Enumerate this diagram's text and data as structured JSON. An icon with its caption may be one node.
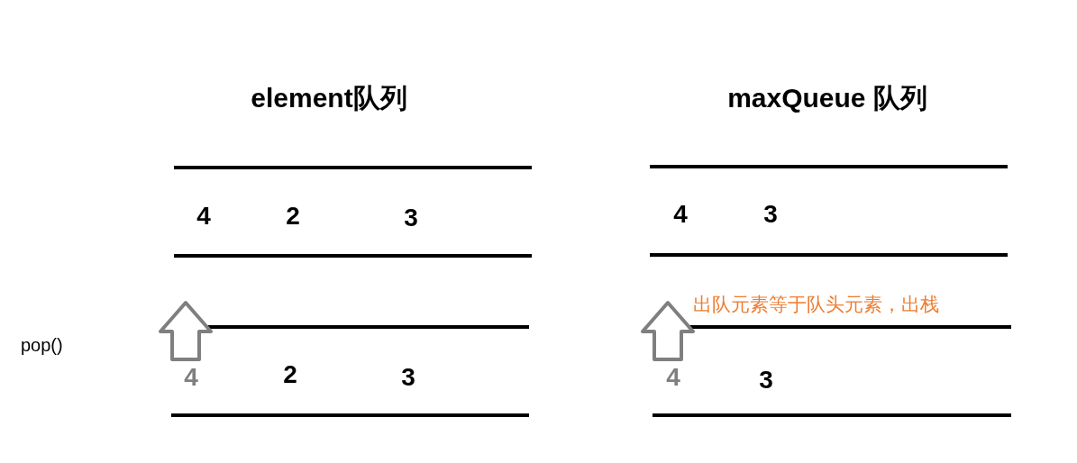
{
  "diagram": {
    "labels": [
      "element队列",
      "maxQueue 队列",
      "4",
      "2",
      "3",
      "4",
      "3",
      "出队元素等于队头元素，出栈",
      "pop()",
      "4",
      "2",
      "3",
      "4",
      "3"
    ]
  }
}
